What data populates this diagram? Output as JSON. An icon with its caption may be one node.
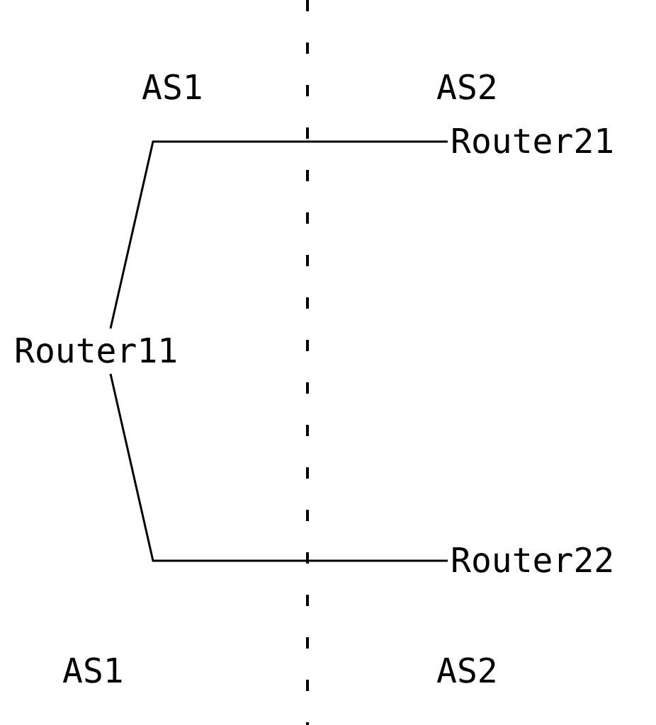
{
  "diagram": {
    "nodes": [
      {
        "text": [
          "Router21"
        ]
      },
      {
        "text": [
          "Router11"
        ]
      },
      {
        "text": [
          "Router22"
        ]
      }
    ],
    "edges": [
      {
        "from": 1,
        "to": 0,
        "arrow": "none"
      },
      {
        "from": 1,
        "to": 2,
        "arrow": "none"
      }
    ],
    "labels": [
      "AS1",
      "AS2",
      "AS1",
      "AS2"
    ]
  }
}
